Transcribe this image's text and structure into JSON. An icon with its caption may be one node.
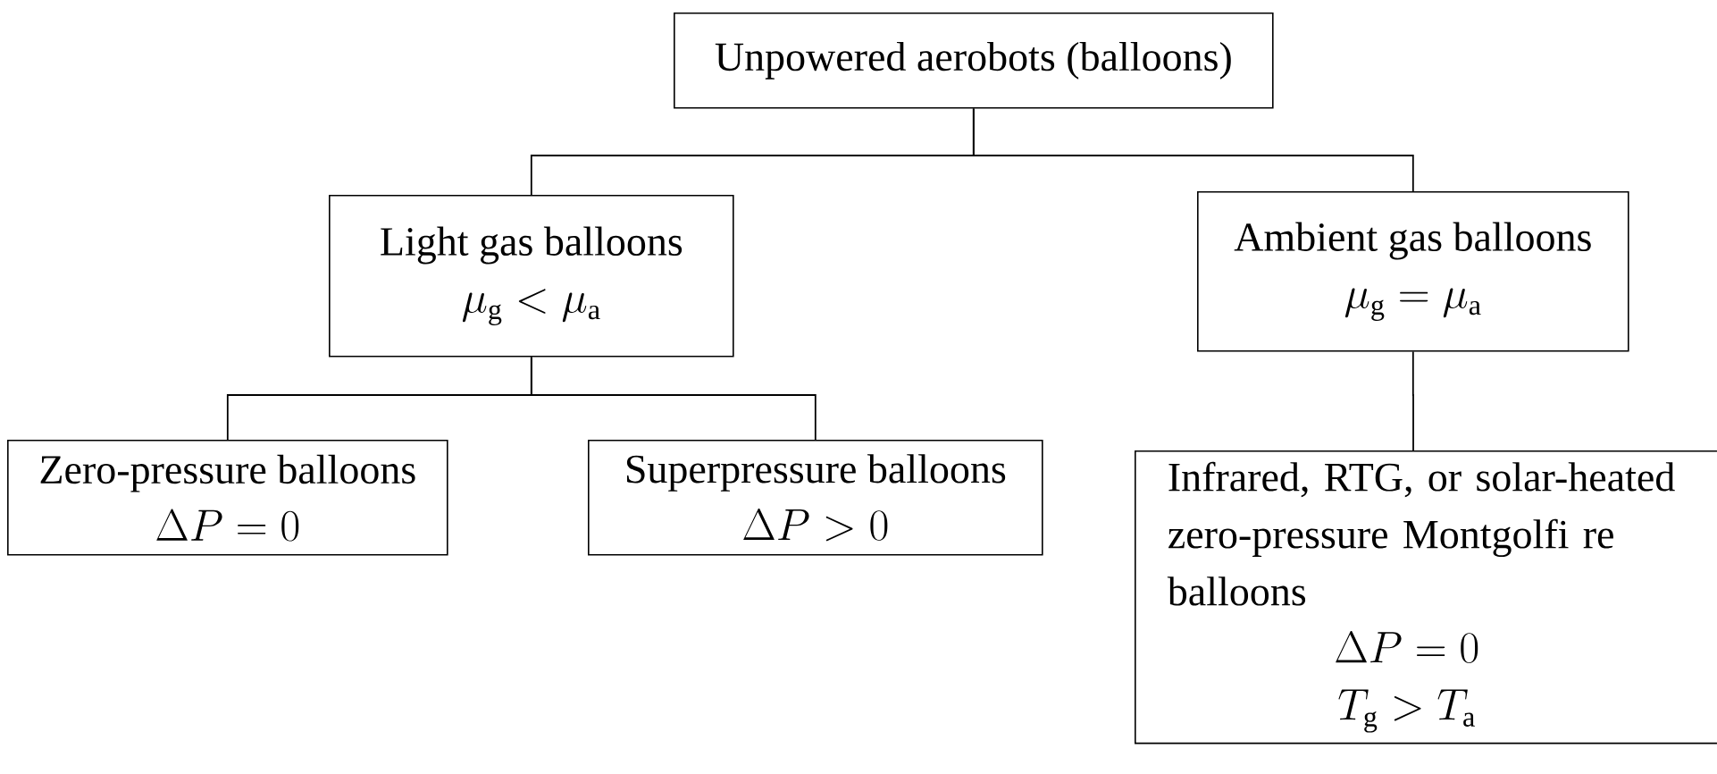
{
  "diagram": {
    "nodes": [
      {
        "text": [
          "Unpowered aerobots (balloons)"
        ]
      },
      {
        "text": [
          "Light gas balloons",
          "\\mu_{\\mathrm{g}} < \\mu_{\\mathrm{a}}"
        ]
      },
      {
        "text": [
          "Ambient gas balloons",
          "\\mu_{\\mathrm{g}} = \\mu_{\\mathrm{a}}"
        ]
      },
      {
        "text": [
          "Zero-pressure balloons",
          "\\Delta P = 0"
        ]
      },
      {
        "text": [
          "Superpressure balloons",
          "\\Delta P > 0"
        ]
      },
      {
        "text": [
          "Infrared, RTG, or solar-heated zero-pressure Montgolfi re balloons",
          "\\Delta P = 0",
          "T_{\\mathrm{g}} > T_{\\mathrm{a}}"
        ]
      }
    ],
    "edges": [
      {
        "from": 0,
        "to": 1,
        "arrow": "none"
      },
      {
        "from": 0,
        "to": 2,
        "arrow": "none"
      },
      {
        "from": 1,
        "to": 3,
        "arrow": "none"
      },
      {
        "from": 1,
        "to": 4,
        "arrow": "none"
      },
      {
        "from": 2,
        "to": 5,
        "arrow": "none"
      }
    ]
  }
}
